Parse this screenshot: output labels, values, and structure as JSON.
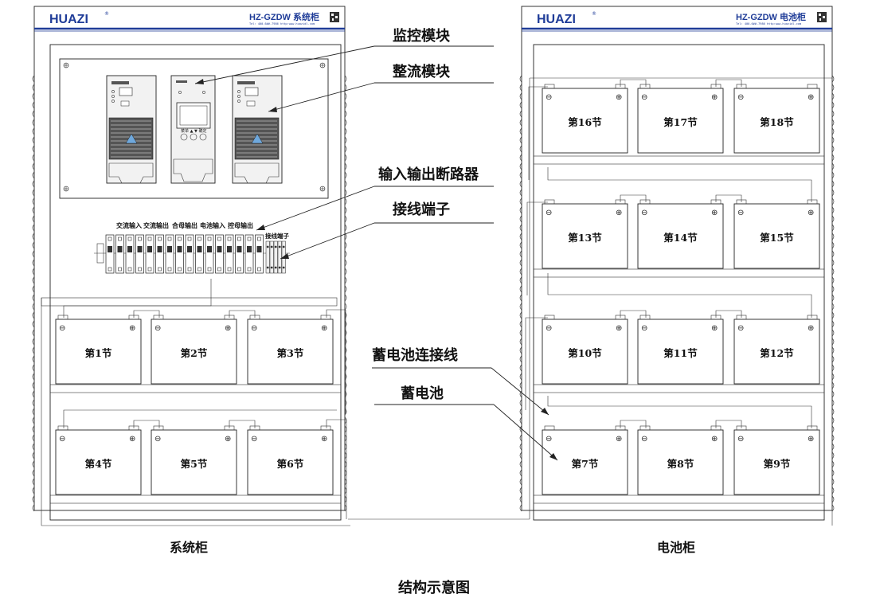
{
  "header": {
    "brand": "HUAZI",
    "system_cabinet_model": "HZ-GZDW 系统柜",
    "battery_cabinet_model": "HZ-GZDW 电池柜",
    "contact": "Tel: 400-6##-7986 http:www.huazidl.com"
  },
  "callouts": {
    "monitor_module": "监控模块",
    "rectifier_module": "整流模块",
    "io_breaker": "输入输出断路器",
    "terminal_block": "接线端子",
    "battery_connection_wire": "蓄电池连接线",
    "battery": "蓄电池"
  },
  "breaker_groups": [
    "交流输入",
    "交流输出",
    "合母输出",
    "电池输入",
    "控母输出"
  ],
  "terminal_label": "接线端子",
  "cabinet_names": {
    "system": "系统柜",
    "battery": "电池柜"
  },
  "caption": "结构示意图",
  "battery_labels": [
    "第1节",
    "第2节",
    "第3节",
    "第4节",
    "第5节",
    "第6节",
    "第7节",
    "第8节",
    "第9节",
    "第10节",
    "第11节",
    "第12节",
    "第13节",
    "第14节",
    "第15节",
    "第16节",
    "第17节",
    "第18节"
  ],
  "terminal_signs": {
    "negative": "⊖",
    "positive": "⊕"
  },
  "colors": {
    "brand": "#1f3c98",
    "line": "#222222",
    "module_face": "#e8e8e8",
    "display": "#ffffff"
  }
}
